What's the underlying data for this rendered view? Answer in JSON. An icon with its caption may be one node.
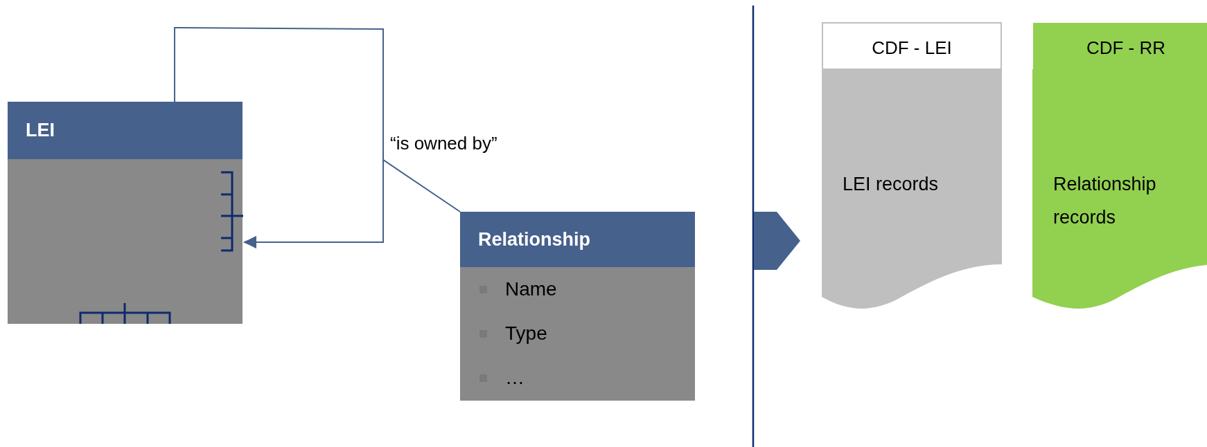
{
  "diagram": {
    "nodes": [
      {
        "text": [
          "LEI"
        ]
      },
      {
        "text": [
          "Relationship",
          "Name",
          "Type",
          "…"
        ]
      },
      {
        "text": [
          "CDF - LEI",
          "LEI records"
        ]
      },
      {
        "text": [
          "CDF - RR",
          "Relationship records"
        ]
      }
    ],
    "edges": [
      {
        "from": 0,
        "to": 0,
        "arrow": "to"
      },
      {
        "from": 1,
        "to": 0,
        "arrow": "to",
        "label": "“is owned by”"
      }
    ]
  }
}
